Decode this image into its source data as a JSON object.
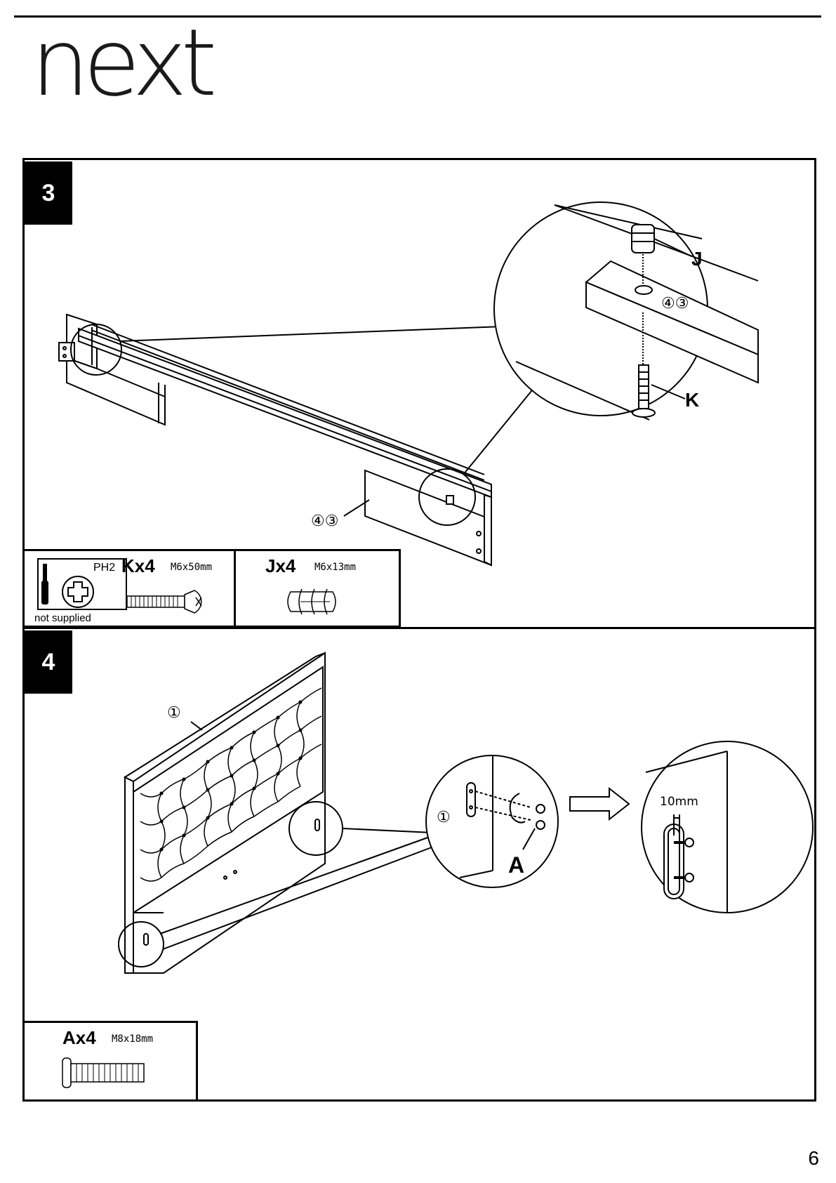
{
  "brand": {
    "logo_text": "next"
  },
  "page_number": "6",
  "steps": [
    {
      "number": "3",
      "part_ref": "④③",
      "detail_labels": [
        "J",
        "K"
      ],
      "tool": {
        "label": "PH2",
        "note": "not supplied"
      },
      "hardware": [
        {
          "code": "Kx4",
          "size": "M6x50mm"
        },
        {
          "code": "Jx4",
          "size": "M6x13mm"
        }
      ]
    },
    {
      "number": "4",
      "part_ref": "①",
      "detail_labels": [
        "A"
      ],
      "measurement": "10mm",
      "hardware": [
        {
          "code": "Ax4",
          "size": "M8x18mm"
        }
      ]
    }
  ]
}
